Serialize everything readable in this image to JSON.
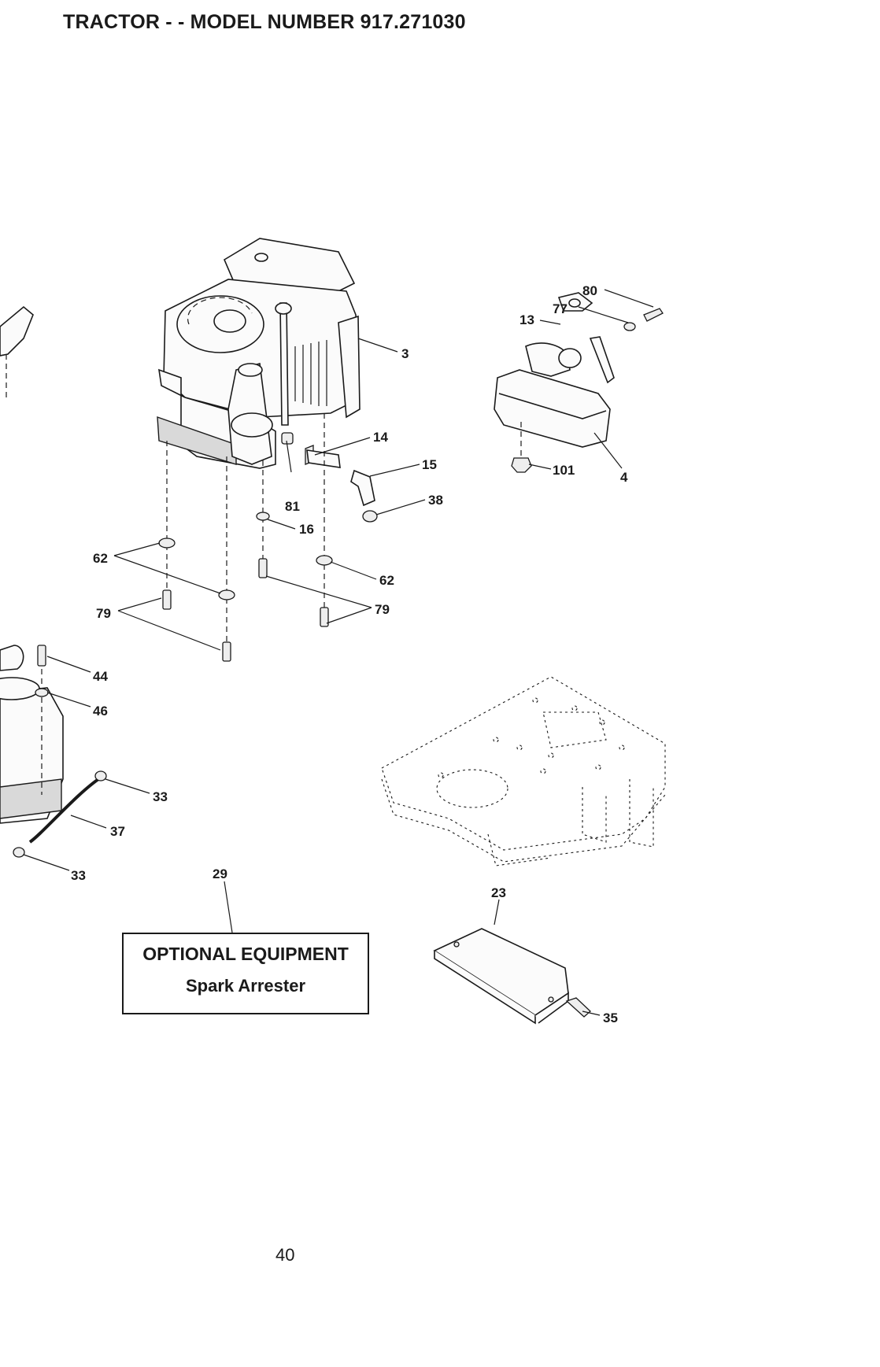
{
  "header": {
    "title": "TRACTOR - - MODEL NUMBER 917.271030"
  },
  "callouts": {
    "c3": "3",
    "c4": "4",
    "c13": "13",
    "c14": "14",
    "c15": "15",
    "c16": "16",
    "c23": "23",
    "c29": "29",
    "c33a": "33",
    "c33b": "33",
    "c35": "35",
    "c37": "37",
    "c38": "38",
    "c44": "44",
    "c46": "46",
    "c62a": "62",
    "c62b": "62",
    "c77": "77",
    "c79a": "79",
    "c79b": "79",
    "c80": "80",
    "c81": "81",
    "c101": "101"
  },
  "optional_box": {
    "title": "OPTIONAL EQUIPMENT",
    "subtitle": "Spark Arrester"
  },
  "footer": {
    "page_number": "40"
  }
}
